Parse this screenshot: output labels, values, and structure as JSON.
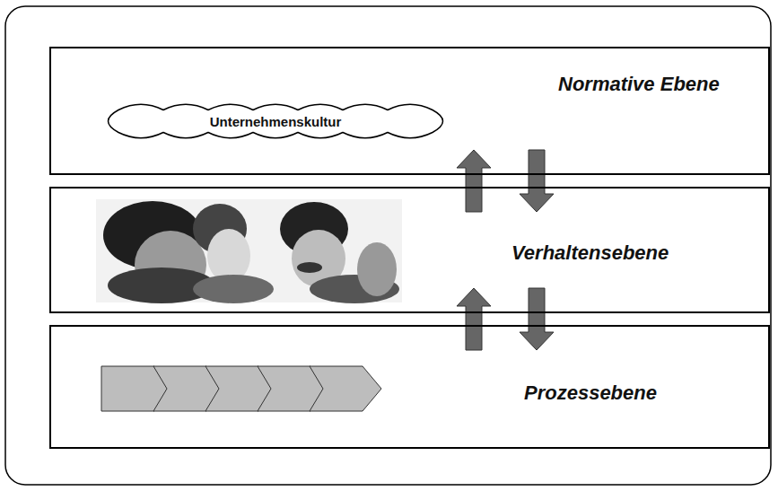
{
  "diagram": {
    "nodes": [
      {
        "text": [
          "Normative Ebene"
        ]
      },
      {
        "text": [
          "Unternehmenskultur"
        ],
        "in": 0
      },
      {
        "text": [
          "Verhaltensebene"
        ]
      },
      {
        "text": [
          "Prozessebene"
        ]
      }
    ],
    "edges": [
      {
        "from": 2,
        "to": 0,
        "arrow": "to"
      },
      {
        "from": 0,
        "to": 2,
        "arrow": "to"
      },
      {
        "from": 3,
        "to": 2,
        "arrow": "to"
      },
      {
        "from": 2,
        "to": 3,
        "arrow": "to"
      }
    ]
  }
}
